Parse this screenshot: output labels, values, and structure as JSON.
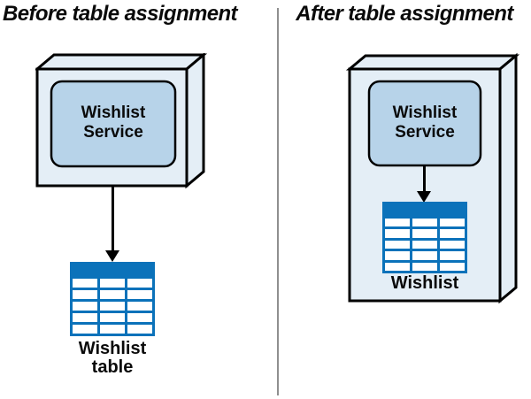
{
  "panels": {
    "before": {
      "title": "Before table assignment",
      "service_node": {
        "label_line1": "Wishlist",
        "label_line2": "Service"
      },
      "table_caption": {
        "line1": "Wishlist",
        "line2": "table"
      }
    },
    "after": {
      "title": "After table assignment",
      "service_node": {
        "label_line1": "Wishlist",
        "label_line2": "Service"
      },
      "table_caption": {
        "line1": "Wishlist"
      }
    }
  },
  "colors": {
    "box_face_fill": "#e4eef6",
    "service_rect_fill": "#b7d3e9",
    "table_blue": "#0b72ba",
    "outline_black": "#000000",
    "divider_gray": "#8f8f8f",
    "background": "#ffffff"
  }
}
